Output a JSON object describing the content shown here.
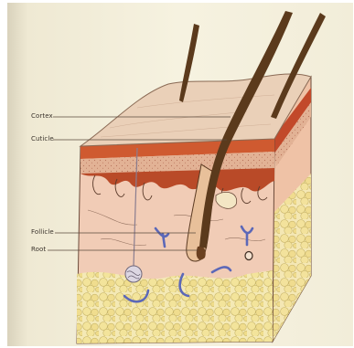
{
  "diagram": {
    "labels": [
      {
        "id": "cortex",
        "text": "Cortex"
      },
      {
        "id": "cuticle",
        "text": "Cuticle"
      },
      {
        "id": "follicle",
        "text": "Follicle"
      },
      {
        "id": "root",
        "text": "Root"
      }
    ]
  },
  "colors": {
    "paper": "#f4efdc",
    "skin_surface": "#e9c7ad",
    "dermis": "#f1cab4",
    "epidermis_red": "#c8532c",
    "hair": "#5b3a1c",
    "fat": "#f1e39a",
    "nerve_blue": "#5c68b8"
  }
}
